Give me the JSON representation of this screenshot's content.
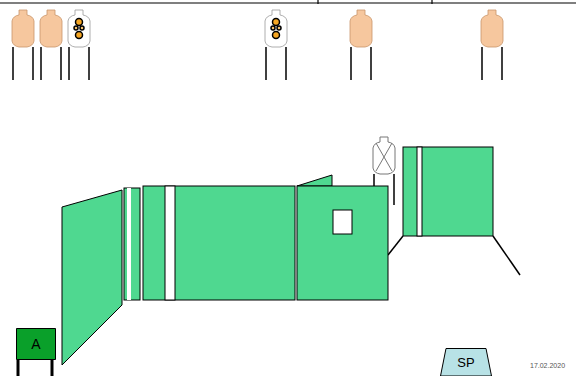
{
  "diagram": {
    "nodes": [
      {
        "text": [
          "A"
        ]
      },
      {
        "text": [
          "SP"
        ]
      }
    ],
    "labels": [
      "17.02.2020"
    ]
  }
}
